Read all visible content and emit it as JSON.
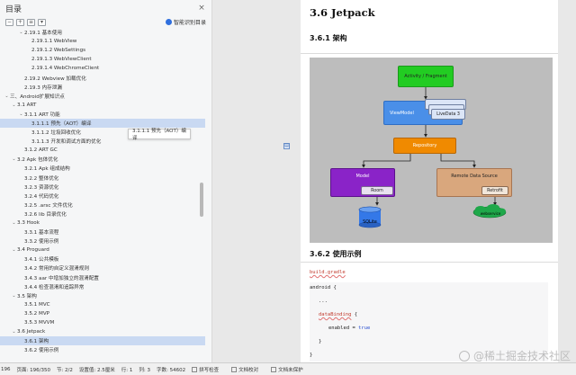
{
  "toc": {
    "title": "目录",
    "close_icon": "close-icon",
    "toolbar_icons": [
      "collapse-all-icon",
      "expand-all-icon",
      "expand-level-icon",
      "filter-icon"
    ],
    "smart_toc_label": "智能识别目录",
    "tooltip": "3.1.1.1 预先（AOT）编译",
    "items": [
      {
        "text": "2.19.1  基本使用",
        "indent": 3,
        "arrow": "v"
      },
      {
        "text": "2.19.1.1 WebView",
        "indent": 4,
        "arrow": ""
      },
      {
        "text": "2.19.1.2 WebSettings",
        "indent": 4,
        "arrow": ""
      },
      {
        "text": "2.19.1.3 WebViewClient",
        "indent": 4,
        "arrow": ""
      },
      {
        "text": "2.19.1.4 WebChromeClient",
        "indent": 4,
        "arrow": ""
      },
      {
        "text": "2.19.2 Webview 加载优化",
        "indent": 3,
        "arrow": ""
      },
      {
        "text": "2.19.3 内存泄漏",
        "indent": 3,
        "arrow": ""
      },
      {
        "text": "三、Android扩展知识点",
        "indent": 1,
        "arrow": "v"
      },
      {
        "text": "3.1 ART",
        "indent": 2,
        "arrow": "v"
      },
      {
        "text": "3.1.1 ART 功能",
        "indent": 3,
        "arrow": "v"
      },
      {
        "text": "3.1.1.1 预先（AOT）编译",
        "indent": 4,
        "arrow": "",
        "selected": true
      },
      {
        "text": "3.1.1.2 垃圾回收优化",
        "indent": 4,
        "arrow": ""
      },
      {
        "text": "3.1.1.3 开发和调试方面的优化",
        "indent": 4,
        "arrow": ""
      },
      {
        "text": "3.1.2 ART GC",
        "indent": 3,
        "arrow": ""
      },
      {
        "text": "3.2 Apk 包体优化",
        "indent": 2,
        "arrow": "v"
      },
      {
        "text": "3.2.1 Apk 组成结构",
        "indent": 3,
        "arrow": ""
      },
      {
        "text": "3.2.2 整体优化",
        "indent": 3,
        "arrow": ""
      },
      {
        "text": "3.2.3 资源优化",
        "indent": 3,
        "arrow": ""
      },
      {
        "text": "3.2.4 代码优化",
        "indent": 3,
        "arrow": ""
      },
      {
        "text": "3.2.5 .arsc 文件优化",
        "indent": 3,
        "arrow": ""
      },
      {
        "text": "3.2.6 lib 目录优化",
        "indent": 3,
        "arrow": ""
      },
      {
        "text": "3.3 Hook",
        "indent": 2,
        "arrow": "v"
      },
      {
        "text": "3.3.1 基本流程",
        "indent": 3,
        "arrow": ""
      },
      {
        "text": "3.3.2 使用示例",
        "indent": 3,
        "arrow": ""
      },
      {
        "text": "3.4 Proguard",
        "indent": 2,
        "arrow": "v"
      },
      {
        "text": "3.4.1 公共模板",
        "indent": 3,
        "arrow": ""
      },
      {
        "text": "3.4.2 常用的自定义混淆规则",
        "indent": 3,
        "arrow": ""
      },
      {
        "text": "3.4.3 aar 中增加独立的混淆配置",
        "indent": 3,
        "arrow": ""
      },
      {
        "text": "3.4.4 检查混淆和追踪异常",
        "indent": 3,
        "arrow": ""
      },
      {
        "text": "3.5 架构",
        "indent": 2,
        "arrow": "v"
      },
      {
        "text": "3.5.1 MVC",
        "indent": 3,
        "arrow": ""
      },
      {
        "text": "3.5.2 MVP",
        "indent": 3,
        "arrow": ""
      },
      {
        "text": "3.5.3 MVVM",
        "indent": 3,
        "arrow": ""
      },
      {
        "text": "3.6 Jetpack",
        "indent": 2,
        "arrow": "v"
      },
      {
        "text": "3.6.1 架构",
        "indent": 3,
        "arrow": "",
        "selected": true
      },
      {
        "text": "3.6.2 使用示例",
        "indent": 3,
        "arrow": ""
      }
    ]
  },
  "doc": {
    "h1": "3.6 Jetpack",
    "h2_arch": "3.6.1 架构",
    "h2_example": "3.6.2 使用示例",
    "diagram": {
      "activity": "Activity / Fragment",
      "viewmodel": "ViewModel",
      "livedata": "LiveData 3",
      "repository": "Repository",
      "model": "Model",
      "room": "Room",
      "sqlite": "SQLite",
      "remote": "Remote Data Source",
      "retrofit": "Retrofit",
      "webservice": "webservice"
    },
    "code_file": "build.gradle",
    "code_lines": {
      "l1": "android {",
      "l2": "...",
      "l3": "dataBinding",
      "l3b": " {",
      "l4": "enabled = ",
      "l4b": "true",
      "l5": "}",
      "l6": "}"
    },
    "watermark": "@稀土掘金技术社区"
  },
  "status": {
    "s0": "196",
    "page": "页面: 196/350",
    "section": "节: 2/2",
    "position": "设置值: 2.5厘米",
    "row": "行: 1",
    "col": "列: 3",
    "words": "字数: 54602",
    "spell": "拼写检查",
    "proof": "文档校对",
    "protect": "文档未保护"
  }
}
